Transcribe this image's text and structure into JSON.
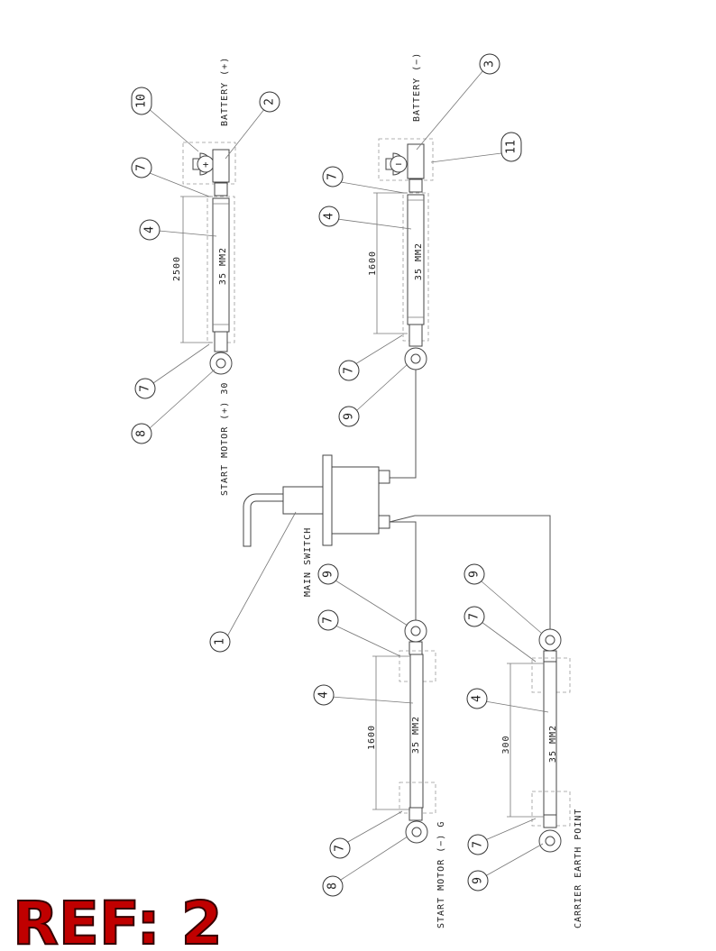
{
  "labels": {
    "battery_pos": "BATTERY (+)",
    "battery_neg": "BATTERY (−)",
    "start_motor_pos": "START MOTOR (+) 30",
    "start_motor_neg": "START MOTOR (−) G",
    "main_switch": "MAIN SWITCH",
    "carrier_earth": "CARRIER EARTH POINT"
  },
  "cables": [
    {
      "section": "35 MM2",
      "length": "2500"
    },
    {
      "section": "35 MM2",
      "length": "1600"
    },
    {
      "section": "35 MM2",
      "length": "1600"
    },
    {
      "section": "35 MM2",
      "length": "300"
    }
  ],
  "terminal_signs": {
    "pos": "+",
    "neg": "−"
  },
  "bubbles": [
    "10",
    "2",
    "7",
    "4",
    "7",
    "8",
    "3",
    "11",
    "7",
    "4",
    "7",
    "9",
    "1",
    "9",
    "7",
    "4",
    "7",
    "8",
    "9",
    "7",
    "4",
    "7",
    "9"
  ],
  "ref_label": "REF: 2"
}
